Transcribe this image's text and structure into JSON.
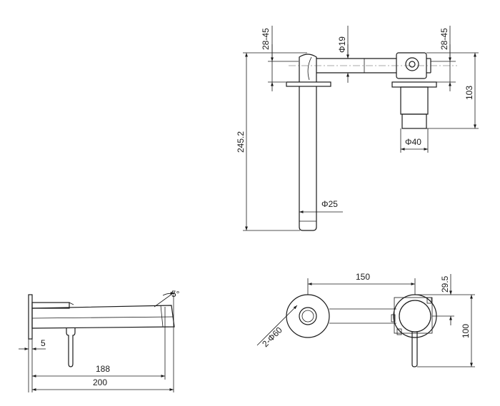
{
  "drawing": {
    "top_view": {
      "dim_left_height": "28-45",
      "dim_spout_dia": "Φ19",
      "dim_right_height": "28-45",
      "dim_total_height": "245.2",
      "dim_right_overall": "103",
      "dim_body_dia": "Φ40",
      "dim_spout_tube_dia": "Φ25"
    },
    "side_view": {
      "dim_angle": "5°",
      "dim_plate": "5",
      "dim_spout_length": "188",
      "dim_total_length": "200"
    },
    "front_view": {
      "dim_center_distance": "150",
      "dim_plate_dia": "2-Φ60",
      "dim_offset": "29.5",
      "dim_height": "100"
    }
  }
}
